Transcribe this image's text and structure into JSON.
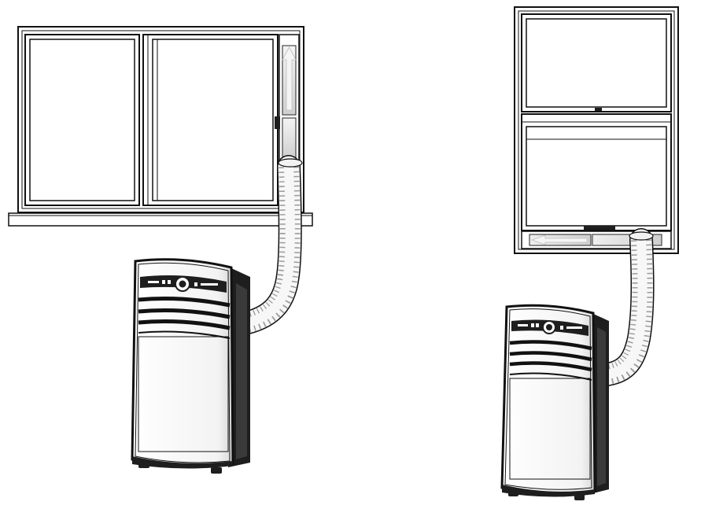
{
  "figure": {
    "description_hidden": false,
    "scenes": [
      {
        "id": "sliding-window-install",
        "window_type": "sliding",
        "arrow_direction": "up"
      },
      {
        "id": "double-hung-window-install",
        "window_type": "double-hung",
        "arrow_direction": "left"
      }
    ]
  },
  "colors": {
    "line": "#111111",
    "panel_gray": "#d9d9d9",
    "arrow": "#f2f2f2",
    "hose": "#f7f7f7",
    "unit_body": "#ffffff",
    "unit_dark": "#1e1e1e"
  }
}
